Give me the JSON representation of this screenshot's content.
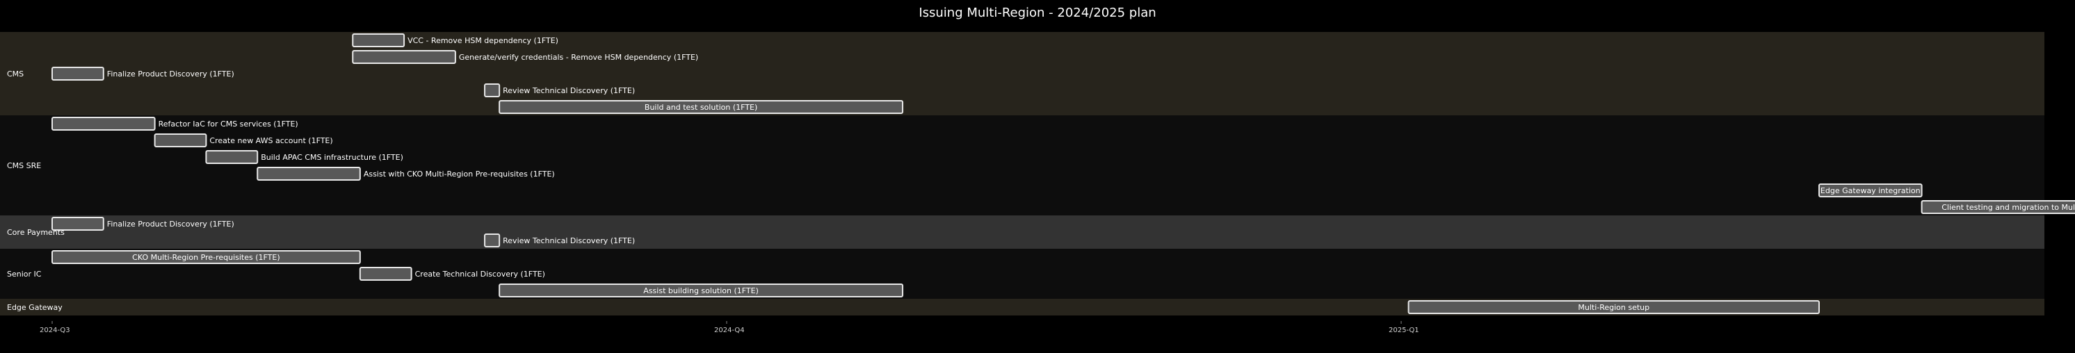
{
  "chart_data": {
    "type": "gantt",
    "title": "Issuing Multi-Region - 2024/2025 plan",
    "x_ticks": [
      "2024-Q3",
      "2024-Q4",
      "2025-Q1"
    ],
    "xlim": [
      "2024-07-01",
      "2025-04-01"
    ],
    "lanes": [
      {
        "name": "CMS",
        "color": "#27241c",
        "tasks": [
          {
            "label": "VCC - Remove HSM dependency (1FTE)",
            "start": "2024-08-11",
            "end": "2024-08-18",
            "label_pos": "right"
          },
          {
            "label": "Generate/verify credentials - Remove HSM dependency (1FTE)",
            "start": "2024-08-11",
            "end": "2024-08-25",
            "label_pos": "right"
          },
          {
            "label": "Finalize Product Discovery (1FTE)",
            "start": "2024-07-01",
            "end": "2024-07-08",
            "label_pos": "right"
          },
          {
            "label": "Review Technical Discovery (1FTE)",
            "start": "2024-08-29",
            "end": "2024-08-31",
            "label_pos": "right"
          },
          {
            "label": "Build and test solution (1FTE)",
            "start": "2024-08-31",
            "end": "2024-10-25",
            "label_pos": "inside"
          }
        ]
      },
      {
        "name": "CMS SRE",
        "color": "#0d0d0d",
        "tasks": [
          {
            "label": "Refactor IaC for CMS services (1FTE)",
            "start": "2024-07-01",
            "end": "2024-07-15",
            "label_pos": "right"
          },
          {
            "label": "Create new AWS account (1FTE)",
            "start": "2024-07-15",
            "end": "2024-07-22",
            "label_pos": "right"
          },
          {
            "label": "Build APAC CMS infrastructure (1FTE)",
            "start": "2024-07-22",
            "end": "2024-07-29",
            "label_pos": "right"
          },
          {
            "label": "Assist with CKO Multi-Region Pre-requisites (1FTE)",
            "start": "2024-07-29",
            "end": "2024-08-12",
            "label_pos": "right"
          },
          {
            "label": "Edge Gateway integration",
            "start": "2025-02-27",
            "end": "2025-03-13",
            "label_pos": "inside"
          },
          {
            "label": "Client testing and migration to Multi-region",
            "start": "2025-03-13",
            "end": "2025-04-10",
            "label_pos": "inside"
          }
        ]
      },
      {
        "name": "Core Payments",
        "color": "#333333",
        "tasks": [
          {
            "label": "Finalize Product Discovery (1FTE)",
            "start": "2024-07-01",
            "end": "2024-07-08",
            "label_pos": "right"
          },
          {
            "label": "Review Technical Discovery (1FTE)",
            "start": "2024-08-29",
            "end": "2024-08-31",
            "label_pos": "right"
          }
        ]
      },
      {
        "name": "Senior IC",
        "color": "#0d0d0d",
        "tasks": [
          {
            "label": "CKO Multi-Region Pre-requisites (1FTE)",
            "start": "2024-07-01",
            "end": "2024-08-12",
            "label_pos": "inside"
          },
          {
            "label": "Create Technical Discovery (1FTE)",
            "start": "2024-08-12",
            "end": "2024-08-19",
            "label_pos": "right"
          },
          {
            "label": "Assist building solution (1FTE)",
            "start": "2024-08-31",
            "end": "2024-10-25",
            "label_pos": "inside"
          }
        ]
      },
      {
        "name": "Edge Gateway",
        "color": "#27241c",
        "tasks": [
          {
            "label": "Multi-Region setup",
            "start": "2025-01-02",
            "end": "2025-02-27",
            "label_pos": "inside"
          }
        ]
      }
    ],
    "colors": {
      "background": "#000000",
      "bar_fill": "#585858",
      "bar_stroke": "#e8e8e8",
      "text": "#ffffff"
    },
    "grid": false,
    "legend": "none"
  }
}
